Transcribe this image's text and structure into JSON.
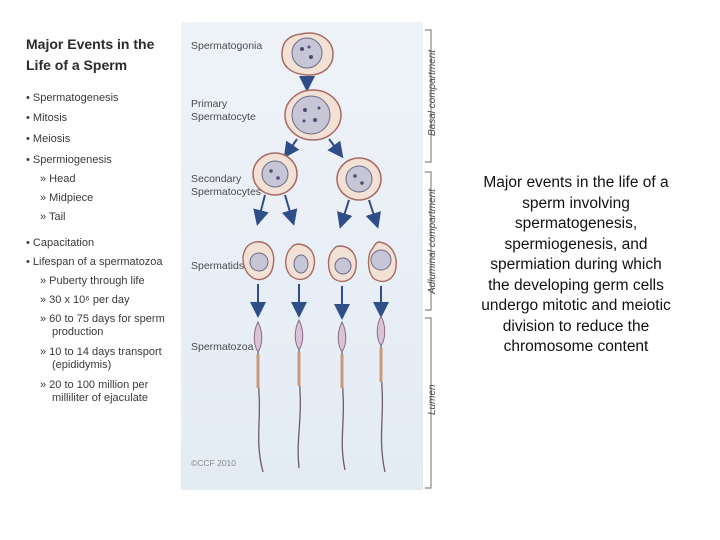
{
  "figure": {
    "title_line1": "Major Events in the",
    "title_line2": "Life of a Sperm",
    "events": [
      {
        "text": "• Spermatogenesis"
      },
      {
        "text": "• Mitosis"
      },
      {
        "text": "• Meiosis"
      },
      {
        "text": "• Spermiogenesis"
      },
      {
        "text": "» Head"
      },
      {
        "text": "» Midpiece"
      },
      {
        "text": "» Tail"
      },
      {
        "text": "• Capacitation"
      },
      {
        "text": "• Lifespan of a spermatozoa"
      },
      {
        "text": "» Puberty through life"
      },
      {
        "text": "» 30 x 10⁶ per day"
      },
      {
        "text": "» 60 to 75 days for sperm"
      },
      {
        "text": "production"
      },
      {
        "text": "» 10 to 14 days transport"
      },
      {
        "text": "(epididymis)"
      },
      {
        "text": "» 20 to 100 million per"
      },
      {
        "text": "milliliter of ejaculate"
      }
    ],
    "stages": {
      "spermatogonia": "Spermatogonia",
      "primary_1": "Primary",
      "primary_2": "Spermatocyte",
      "secondary_1": "Secondary",
      "secondary_2": "Spermatocytes",
      "spermatids": "Spermatids",
      "spermatozoa": "Spermatozoa"
    },
    "compartments": {
      "basal": "Basal compartment",
      "adluminal": "Adluminal compartment",
      "lumen": "Lumen"
    },
    "copyright": "©CCF 2010"
  },
  "caption": {
    "lines": [
      "Major events in the life of a",
      "sperm involving",
      "spermatogenesis,",
      "spermiogenesis, and",
      "spermiation during which",
      "the developing germ cells",
      "undergo mitotic and meiotic",
      "division to reduce the",
      "chromosome content"
    ]
  },
  "colors": {
    "panel_bg": "#e6edf4",
    "cell_fill": "#f3e1d6",
    "cell_outline": "#a86a63",
    "nucleus": "#c6c6d6",
    "arrow": "#2f4d86"
  }
}
